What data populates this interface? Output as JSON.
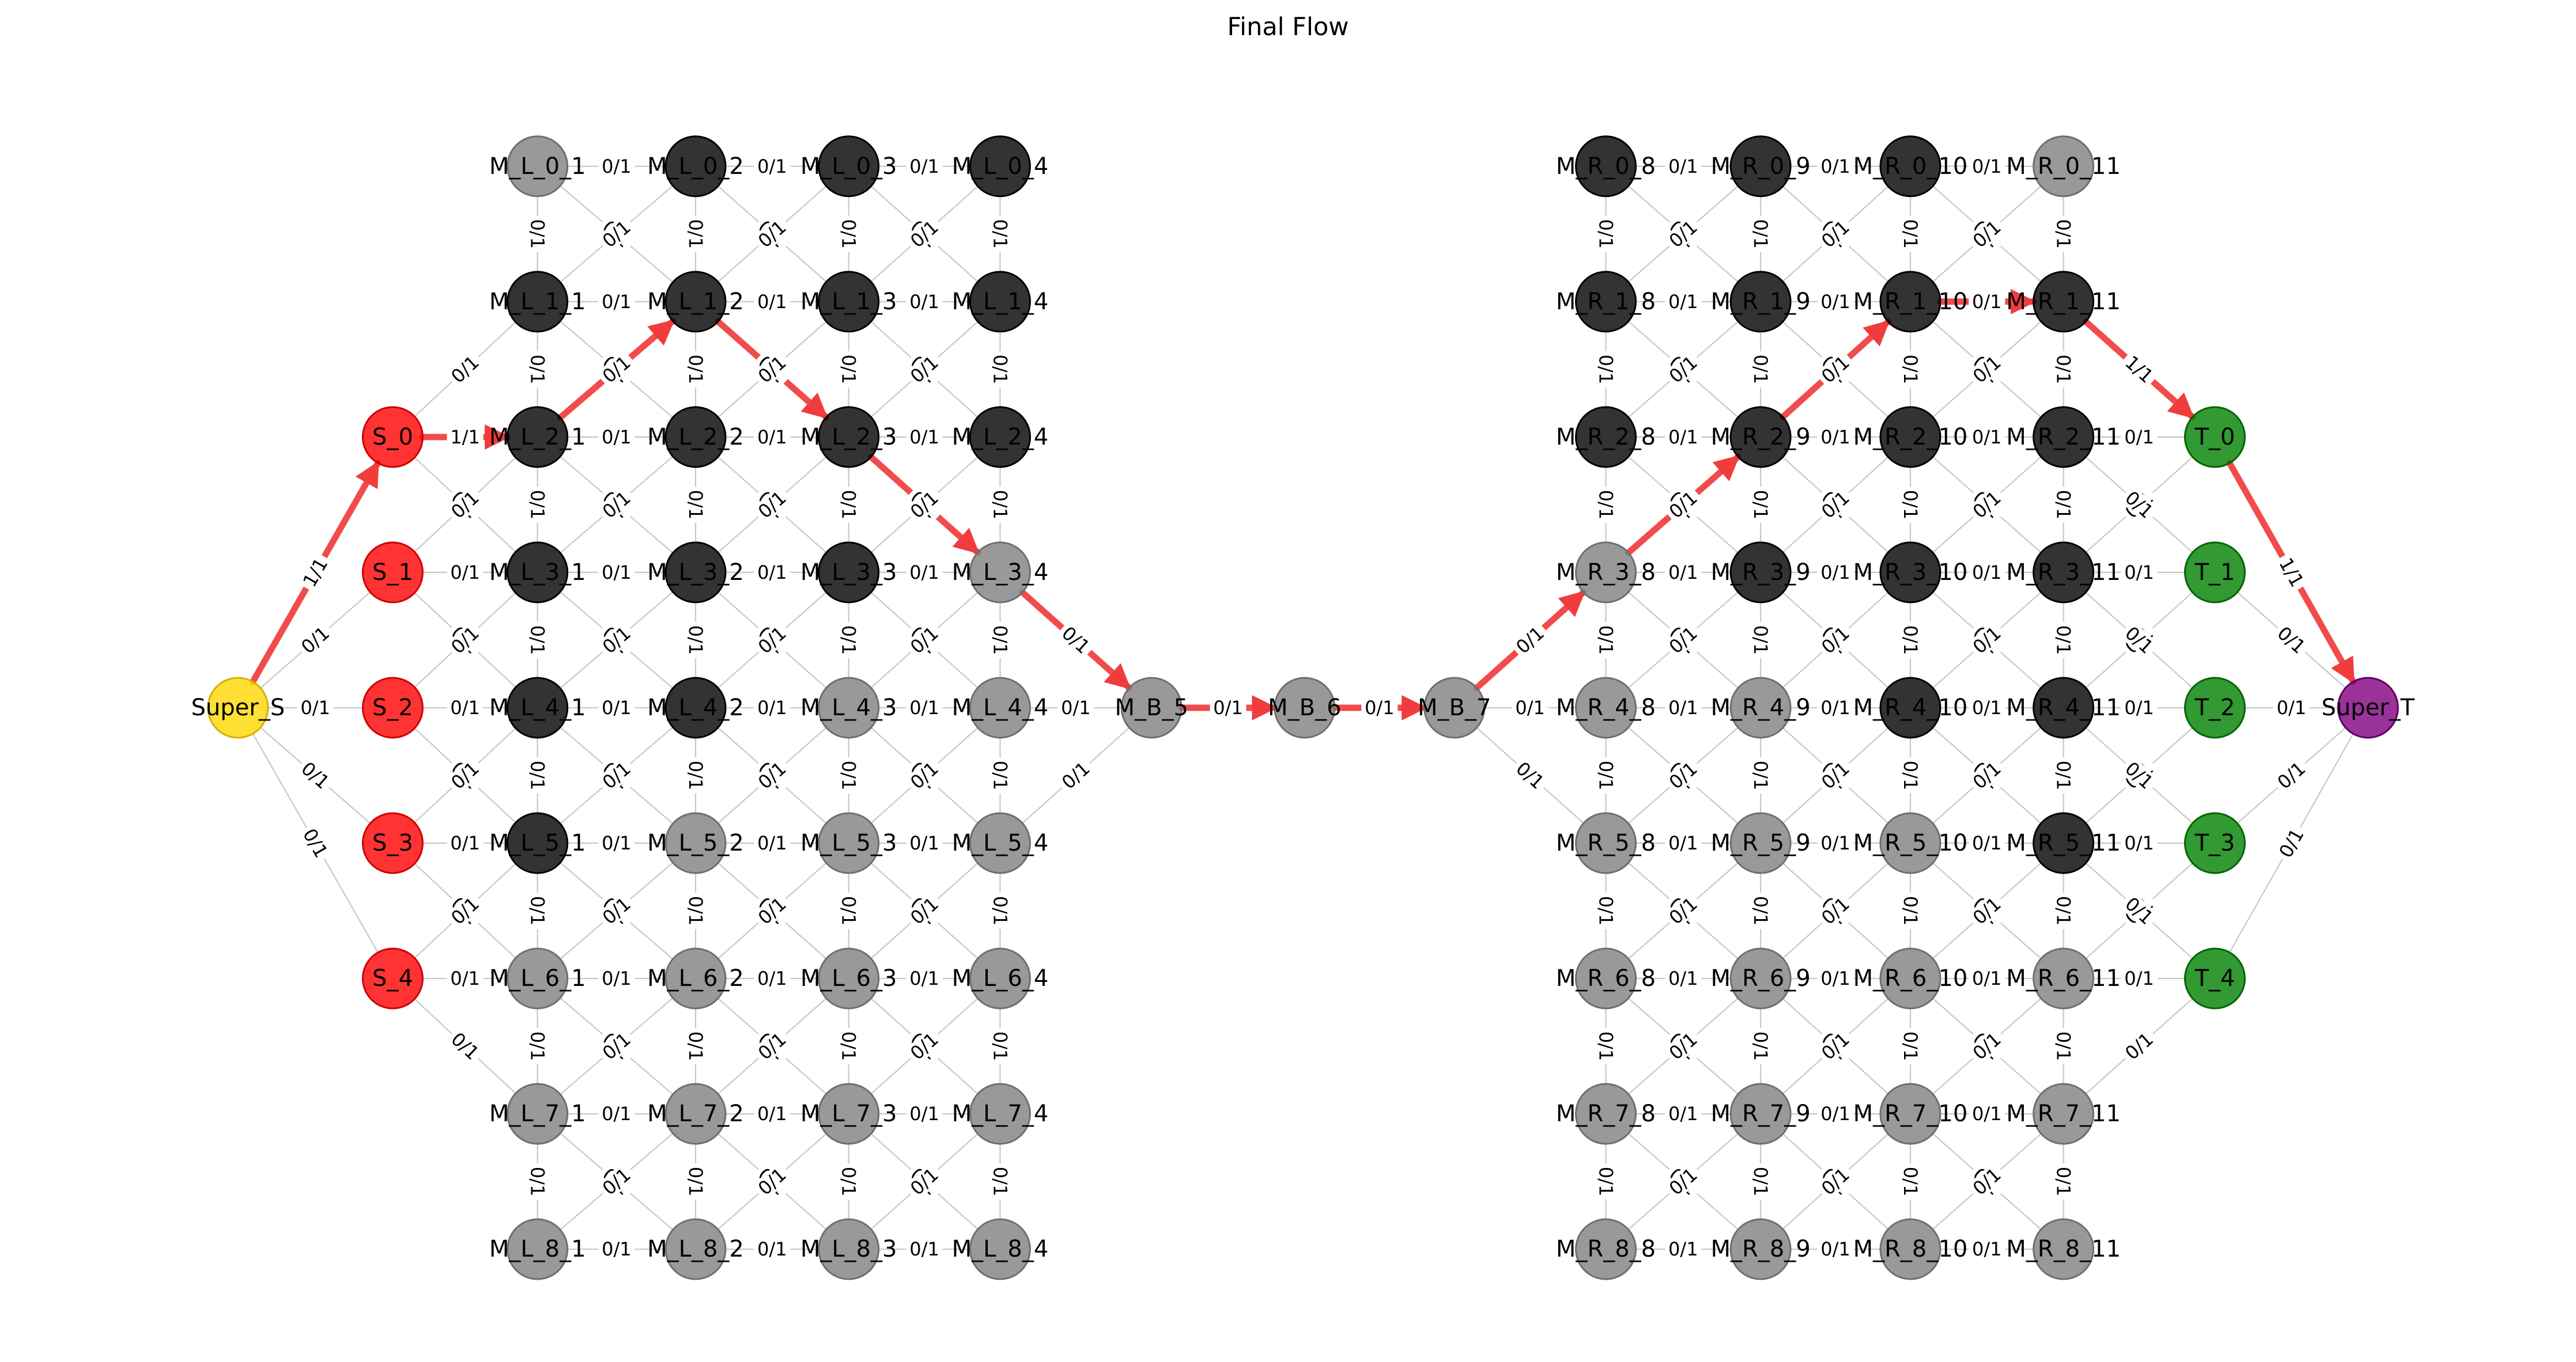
{
  "title": "Final Flow",
  "colors": {
    "source": "#ff0000",
    "sink": "#008000",
    "super_source": "#ffd700",
    "super_sink": "#800080",
    "used_node": "#000000",
    "idle_node": "#808080",
    "flow_edge": "#f03c3c",
    "idle_edge": "#c8c8c8"
  },
  "nodes": [
    {
      "id": "Super_S",
      "type": "super_source"
    },
    {
      "id": "Super_T",
      "type": "super_sink"
    },
    {
      "id": "S_0",
      "type": "source"
    },
    {
      "id": "S_1",
      "type": "source"
    },
    {
      "id": "S_2",
      "type": "source"
    },
    {
      "id": "S_3",
      "type": "source"
    },
    {
      "id": "S_4",
      "type": "source"
    },
    {
      "id": "T_0",
      "type": "sink"
    },
    {
      "id": "T_1",
      "type": "sink"
    },
    {
      "id": "T_2",
      "type": "sink"
    },
    {
      "id": "T_3",
      "type": "sink"
    },
    {
      "id": "T_4",
      "type": "sink"
    },
    {
      "id": "M_B_5",
      "type": "idle"
    },
    {
      "id": "M_B_6",
      "type": "idle"
    },
    {
      "id": "M_B_7",
      "type": "idle"
    }
  ],
  "left_grid_dark": [
    "M_L_0_2",
    "M_L_0_3",
    "M_L_0_4",
    "M_L_1_1",
    "M_L_1_2",
    "M_L_1_3",
    "M_L_1_4",
    "M_L_2_1",
    "M_L_2_2",
    "M_L_2_3",
    "M_L_2_4",
    "M_L_3_1",
    "M_L_3_2",
    "M_L_3_3",
    "M_L_4_1",
    "M_L_4_2",
    "M_L_5_1"
  ],
  "right_grid_dark": [
    "M_R_0_8",
    "M_R_0_9",
    "M_R_0_10",
    "M_R_1_8",
    "M_R_1_9",
    "M_R_1_10",
    "M_R_1_11",
    "M_R_2_8",
    "M_R_2_9",
    "M_R_2_10",
    "M_R_2_11",
    "M_R_3_9",
    "M_R_3_10",
    "M_R_3_11",
    "M_R_4_10",
    "M_R_4_11",
    "M_R_5_11"
  ],
  "flow_path": [
    "Super_S",
    "S_0",
    "M_L_2_1",
    "M_L_1_2",
    "M_L_2_3",
    "M_L_3_4",
    "M_B_5",
    "M_B_6",
    "M_B_7",
    "M_R_3_8",
    "M_R_2_9",
    "M_R_1_10",
    "M_R_1_11",
    "T_0",
    "Super_T"
  ],
  "flow_edge_labels": {
    "Super_S->S_0": "1/1",
    "S_0->M_L_2_1": "1/1",
    "M_R_1_11->T_0": "1/1",
    "T_0->Super_T": "1/1"
  },
  "default_edge_label": "0/1"
}
